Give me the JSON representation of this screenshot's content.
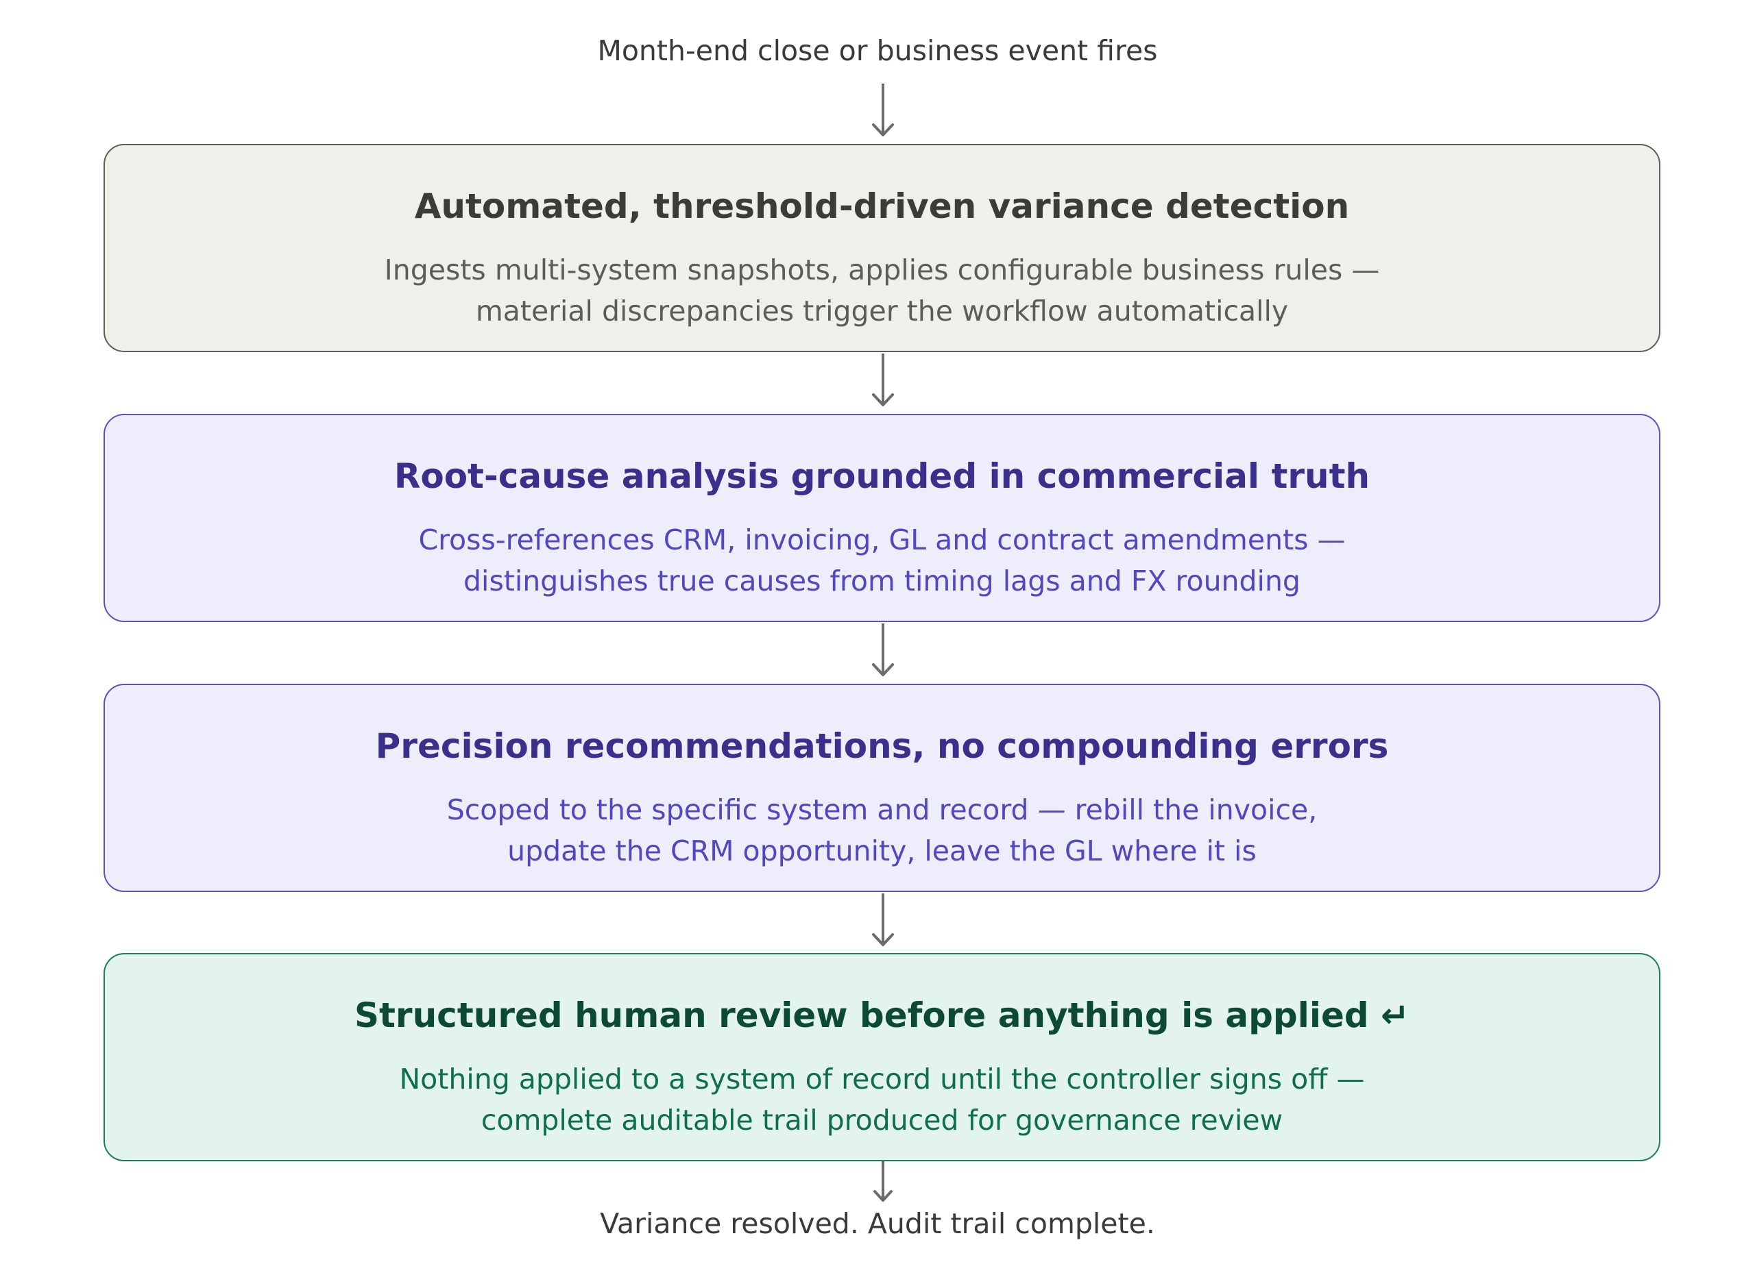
{
  "start_event": "Month-end close or business event fires",
  "steps": [
    {
      "title": "Automated, threshold-driven variance detection",
      "lines": [
        "Ingests multi-system snapshots, applies configurable business rules —",
        "material discrepancies trigger the workflow automatically"
      ]
    },
    {
      "title": "Root-cause analysis grounded in commercial truth",
      "lines": [
        "Cross-references CRM, invoicing, GL and contract amendments —",
        "distinguishes true causes from timing lags and FX rounding"
      ]
    },
    {
      "title": "Precision recommendations, no compounding errors",
      "lines": [
        "Scoped to the specific system and record — rebill the invoice,",
        "update the CRM opportunity, leave the GL where it is"
      ]
    },
    {
      "title": "Structured human review before anything is applied ↵",
      "lines": [
        "Nothing applied to a system of record until the controller signs off —",
        "complete auditable trail produced for governance review"
      ]
    }
  ],
  "end_event": "Variance resolved. Audit trail complete.",
  "colors": {
    "arrow": "#6b6b68",
    "neutral_fill": "#f1efe9",
    "purple_fill": "#eeedfb",
    "purple_border": "#5b52c2",
    "green_fill": "#e2f4ed",
    "green_border": "#1a7f5a"
  },
  "icons": [
    "arrow-down-icon",
    "return-icon"
  ]
}
